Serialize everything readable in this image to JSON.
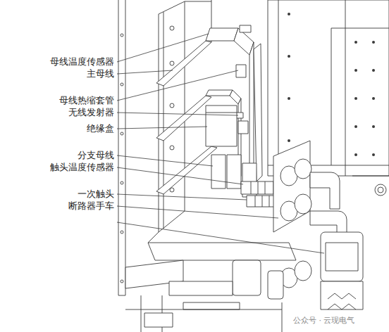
{
  "diagram": {
    "labels": [
      "母线温度传感器",
      "主母线",
      "母线热缩套管",
      "无线发射器",
      "绝缘盒",
      "分支母线",
      "触头温度传感器",
      "一次触头",
      "断路器手车",
      "公众号 · 云现电气"
    ]
  }
}
